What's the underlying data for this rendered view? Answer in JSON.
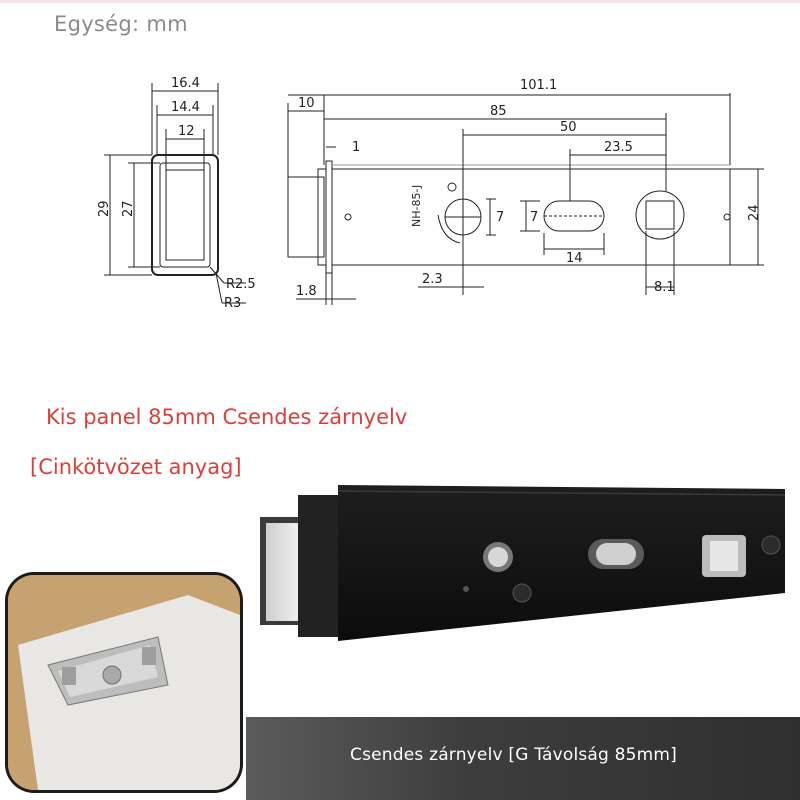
{
  "header": {
    "unit_label": "Egység: mm"
  },
  "drawing": {
    "side_view": {
      "dim_outer_width": "16.4",
      "dim_mid_width": "14.4",
      "dim_inner_width": "12",
      "dim_outer_height": "29",
      "dim_inner_height": "27",
      "radius_inner": "R2.5",
      "radius_outer": "R3"
    },
    "front_view": {
      "dim_total": "101.1",
      "dim_offset": "10",
      "dim_backset": "85",
      "dim_thickness": "1",
      "dim_hole_spacing": "50",
      "dim_slot_offset": "23.5",
      "dim_hole_height": "7",
      "dim_slot_height": "7",
      "dim_slot_width": "14",
      "dim_plate_height": "24",
      "dim_hole_offset": "2.3",
      "dim_square": "8.1",
      "dim_plate_thickness": "1.8",
      "model_text": "NH-85-J"
    }
  },
  "product": {
    "title": "Kis panel 85mm Csendes zárnyelv",
    "material": "[Cinkötvözet anyag]"
  },
  "caption": {
    "text": "Csendes zárnyelv [G Távolság 85mm]"
  },
  "colors": {
    "accent_red": "#d9403a",
    "unit_gray": "#8a8a8a",
    "caption_bar": "#3d3d3d",
    "inset_bg": "#c6a271"
  }
}
